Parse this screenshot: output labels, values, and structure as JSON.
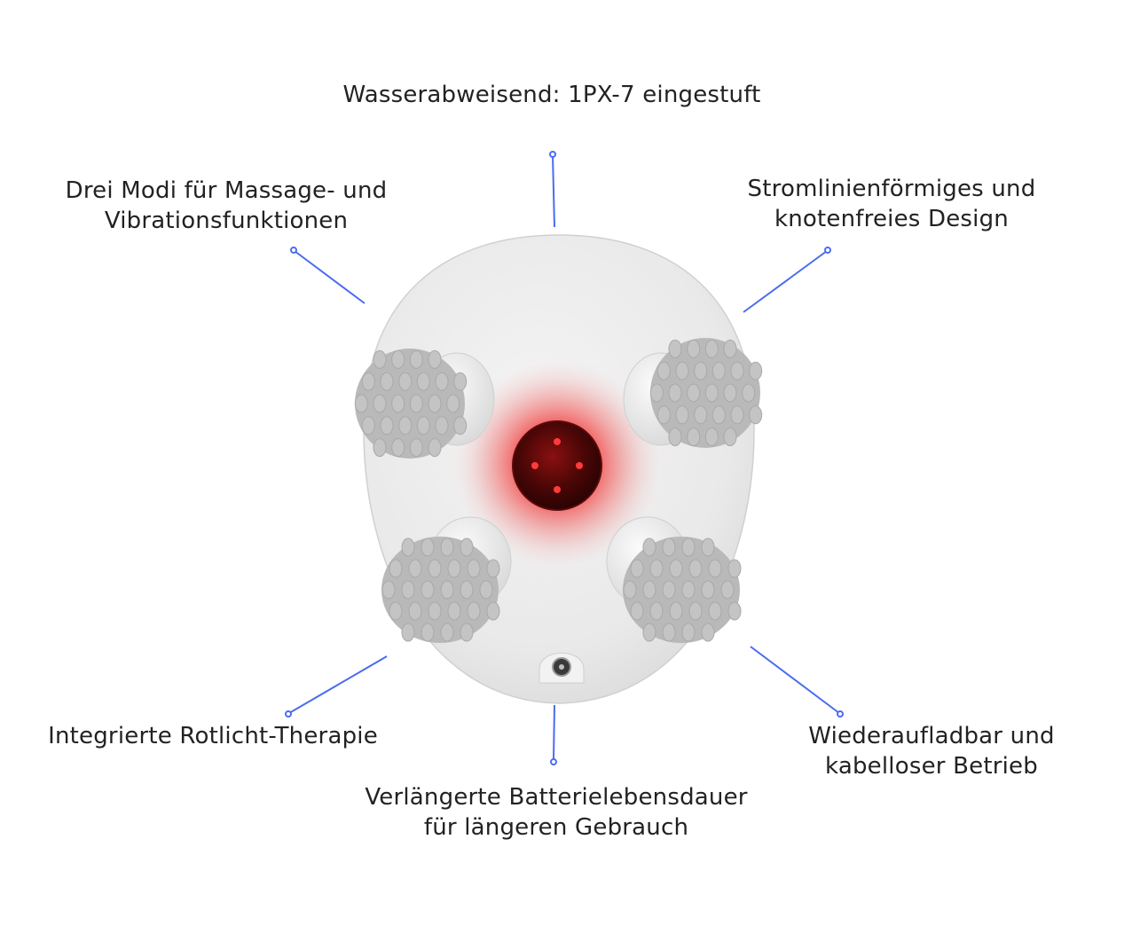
{
  "features": {
    "top": "Wasserabweisend: 1PX-7 eingestuft",
    "top_left": [
      "Drei Modi für Massage- und",
      "Vibrationsfunktionen"
    ],
    "top_right": [
      "Stromlinienförmiges und",
      "knotenfreies Design"
    ],
    "bottom_left": "Integrierte Rotlicht-Therapie",
    "bottom_right": [
      "Wiederaufladbar und",
      "kabelloser Betrieb"
    ],
    "bottom": [
      "Verlängerte Batterielebensdauer",
      "für längeren Gebrauch"
    ]
  },
  "colors": {
    "connector": "#4a6cf0",
    "body": "#ececec",
    "nodes": "#c4c4c4",
    "red_light": "#e8141c"
  }
}
